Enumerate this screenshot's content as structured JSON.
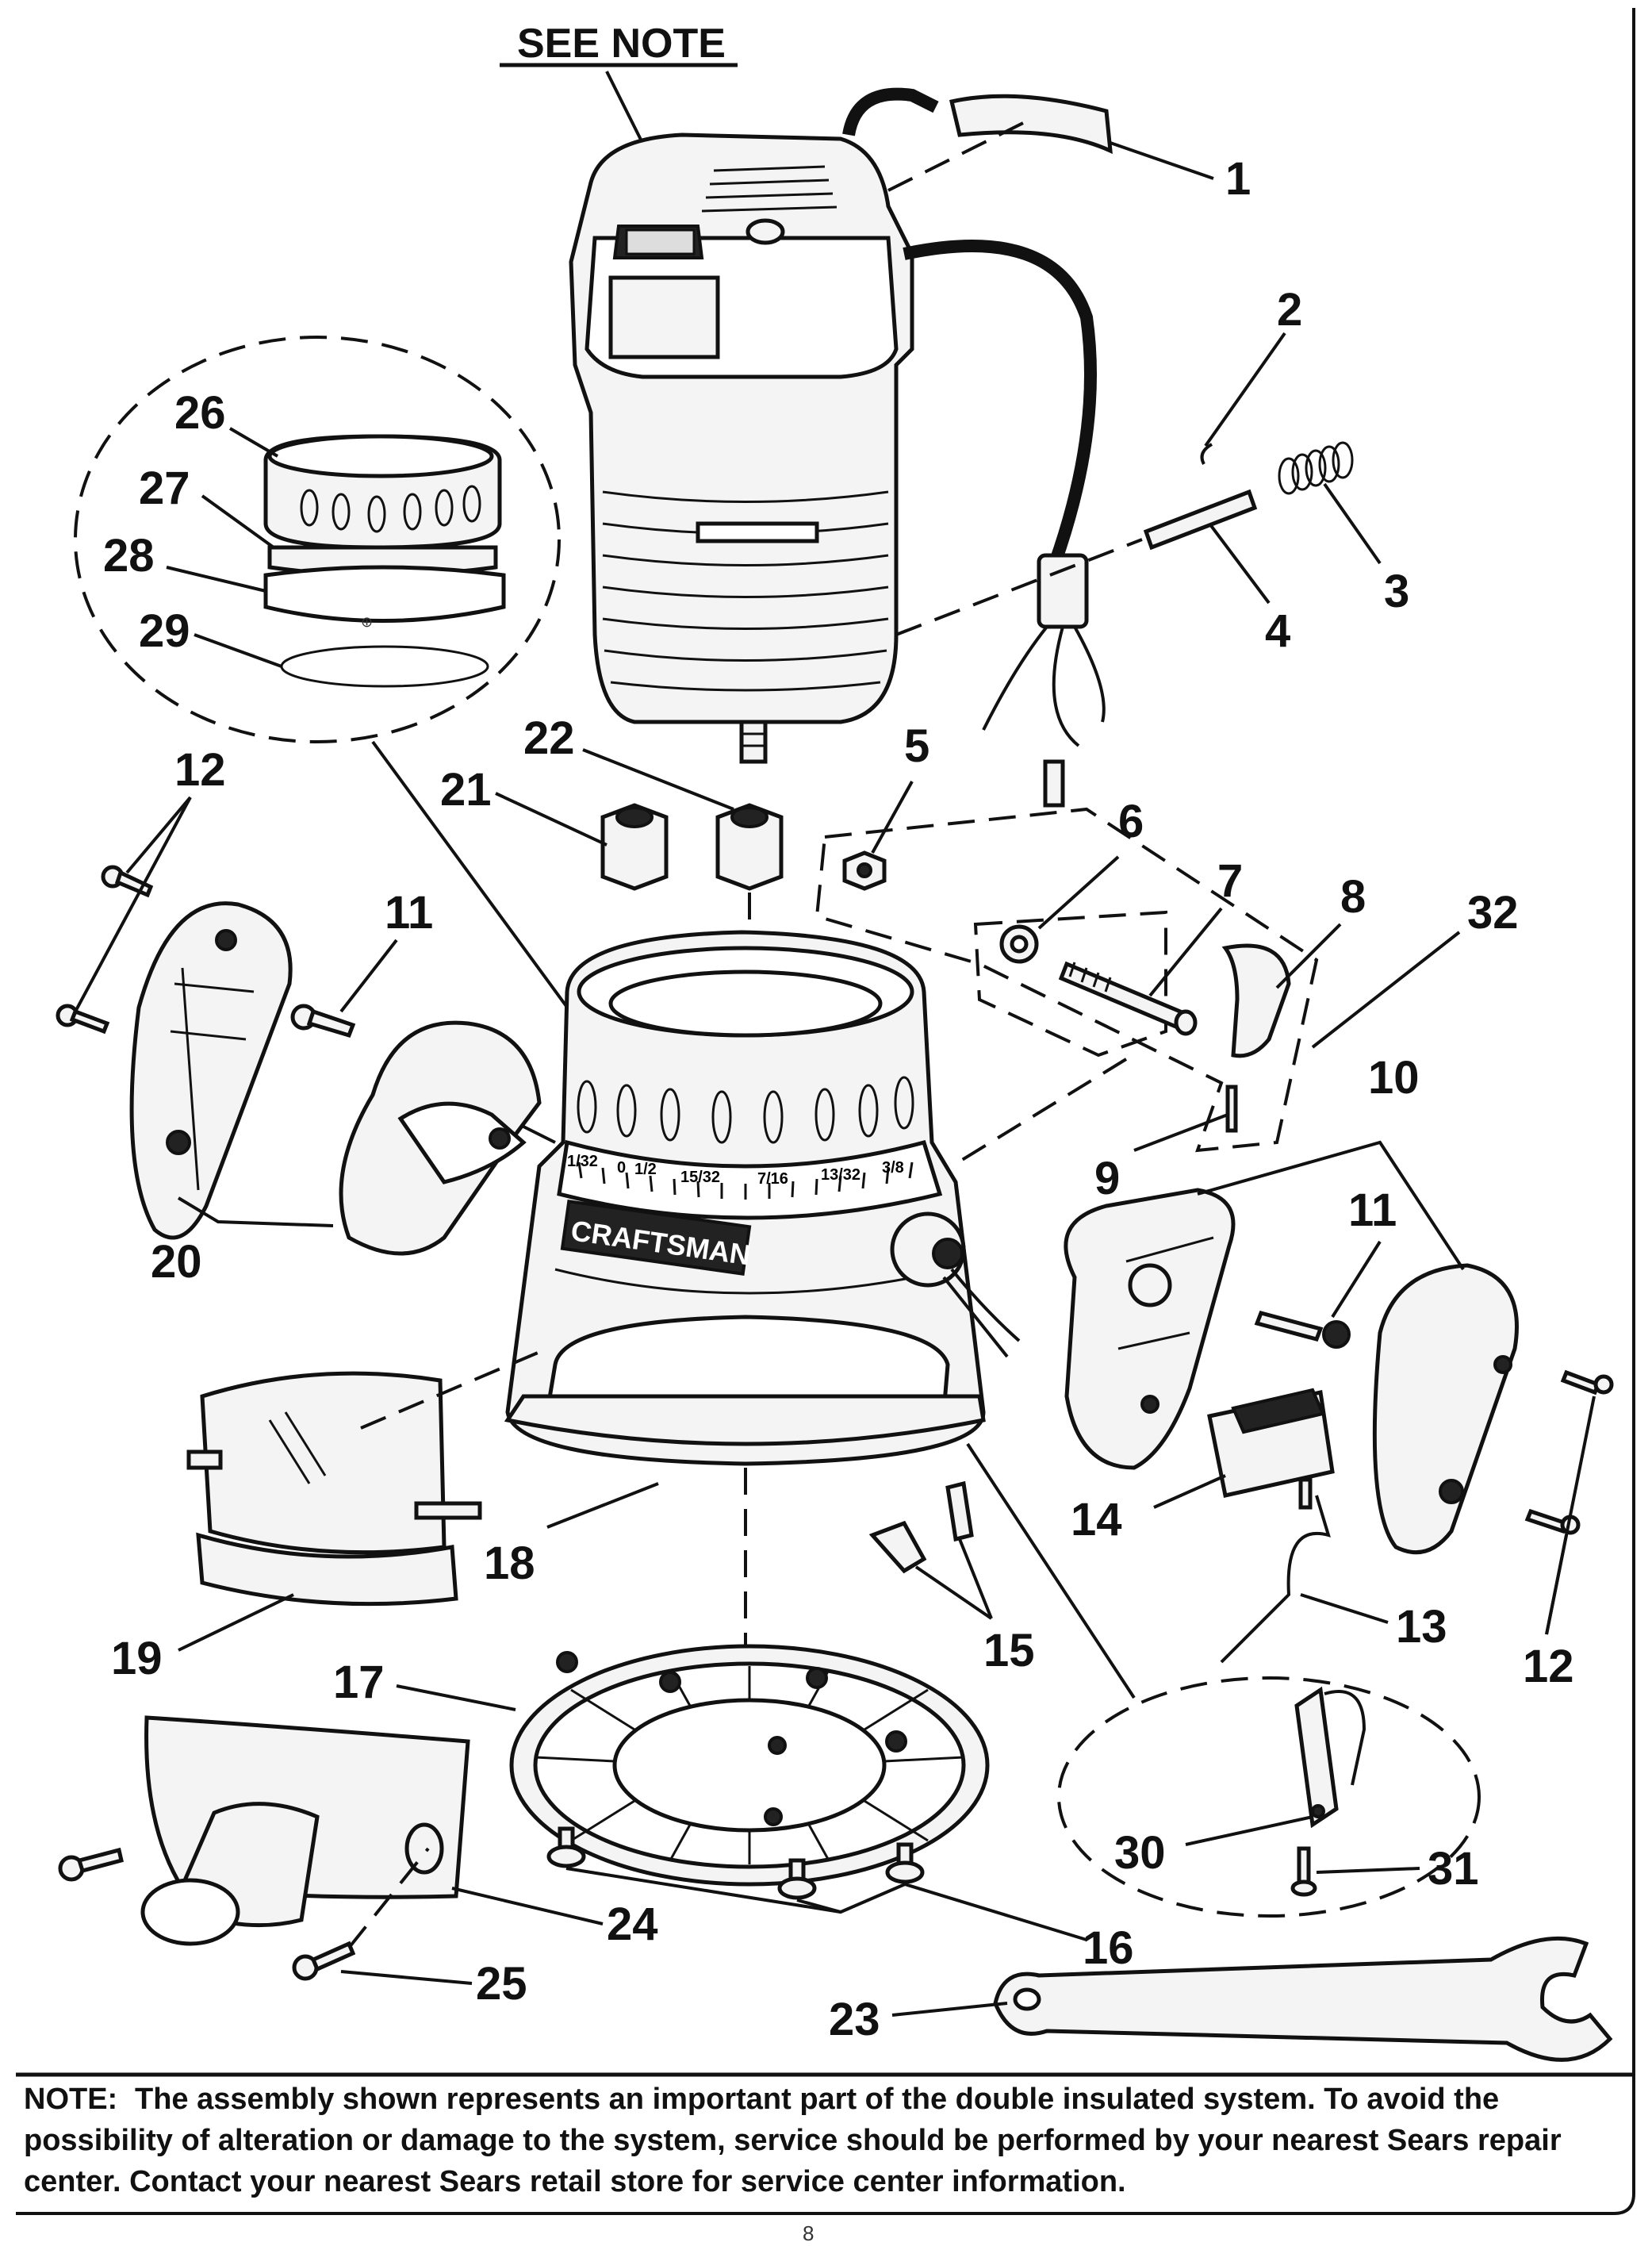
{
  "header": {
    "see_note": "SEE NOTE"
  },
  "labels": {
    "l1": "1",
    "l2": "2",
    "l3": "3",
    "l4": "4",
    "l5": "5",
    "l6": "6",
    "l7": "7",
    "l8": "8",
    "l9": "9",
    "l10": "10",
    "l11a": "11",
    "l11b": "11",
    "l12a": "12",
    "l12b": "12",
    "l13": "13",
    "l14": "14",
    "l15": "15",
    "l16": "16",
    "l17": "17",
    "l18": "18",
    "l19": "19",
    "l20": "20",
    "l21": "21",
    "l22": "22",
    "l23": "23",
    "l24": "24",
    "l25": "25",
    "l26": "26",
    "l27": "27",
    "l28": "28",
    "l29": "29",
    "l30": "30",
    "l31": "31",
    "l32": "32"
  },
  "base": {
    "brand": "CRAFTSMAN",
    "scale_marks": [
      "1/32",
      "0",
      "1/2",
      "15/32",
      "7/16",
      "13/32",
      "3/8"
    ]
  },
  "note": {
    "lead": "NOTE:",
    "text": "The assembly shown represents an important part of the double insulated system. To avoid the possibility of alteration or damage to the system, service should be performed by your nearest Sears repair center. Contact your nearest Sears retail store for service center information."
  },
  "page_number": "8"
}
